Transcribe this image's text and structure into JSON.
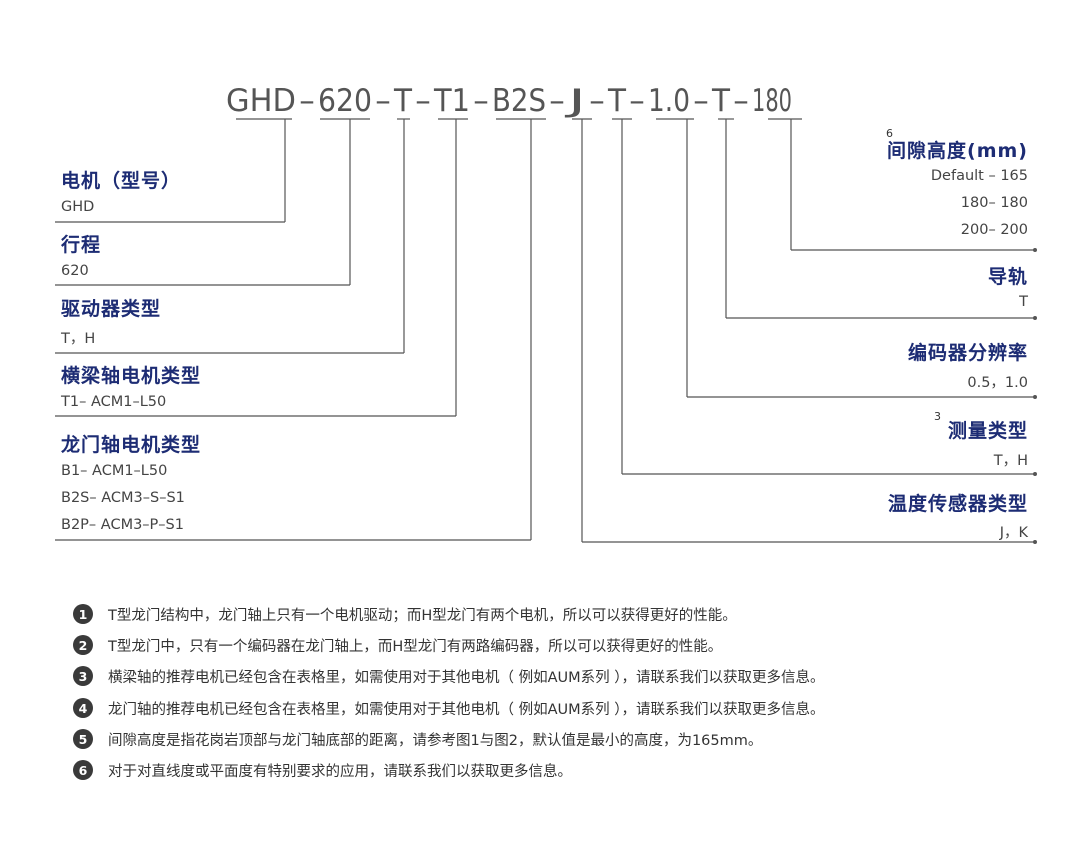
{
  "code": {
    "segments": [
      "GHD",
      "620",
      "T",
      "T1",
      "B2S",
      "J",
      "T",
      "1.0",
      "T",
      "180"
    ],
    "separator": "–"
  },
  "left_fields": [
    {
      "title": "电机（型号）",
      "values": [
        "GHD"
      ]
    },
    {
      "title": "行程",
      "values": [
        "620"
      ]
    },
    {
      "title": "驱动器类型",
      "values": [
        "T，H"
      ]
    },
    {
      "title": "横梁轴电机类型",
      "values": [
        "T1– ACM1–L50"
      ]
    },
    {
      "title": "龙门轴电机类型",
      "values": [
        "B1– ACM1–L50",
        "B2S– ACM3–S–S1",
        "B2P– ACM3–P–S1"
      ]
    }
  ],
  "right_fields": [
    {
      "note": "6",
      "title": "间隙高度(mm)",
      "values": [
        "Default – 165",
        "180– 180",
        "200– 200"
      ]
    },
    {
      "note": "",
      "title": "导轨",
      "values": [
        "T"
      ]
    },
    {
      "note": "",
      "title": "编码器分辨率",
      "values": [
        "0.5，1.0"
      ]
    },
    {
      "note": "3",
      "title": "测量类型",
      "values": [
        "T，H"
      ]
    },
    {
      "note": "",
      "title": "温度传感器类型",
      "values": [
        "J，K"
      ]
    }
  ],
  "notes": [
    {
      "num": "1",
      "text": "T型龙门结构中，龙门轴上只有一个电机驱动；而H型龙门有两个电机，所以可以获得更好的性能。"
    },
    {
      "num": "2",
      "text": "T型龙门中，只有一个编码器在龙门轴上，而H型龙门有两路编码器，所以可以获得更好的性能。"
    },
    {
      "num": "3",
      "text": "横梁轴的推荐电机已经包含在表格里，如需使用对于其他电机（ 例如AUM系列 ），请联系我们以获取更多信息。"
    },
    {
      "num": "4",
      "text": "龙门轴的推荐电机已经包含在表格里，如需使用对于其他电机（ 例如AUM系列 ），请联系我们以获取更多信息。"
    },
    {
      "num": "5",
      "text": "间隙高度是指花岗岩顶部与龙门轴底部的距离，请参考图1与图2，默认值是最小的高度，为165mm。"
    },
    {
      "num": "6",
      "text": "对于对直线度或平面度有特别要求的应用，请联系我们以获取更多信息。"
    }
  ],
  "colors": {
    "title": "#1d2c74",
    "line": "#555555",
    "code": "#555555"
  }
}
